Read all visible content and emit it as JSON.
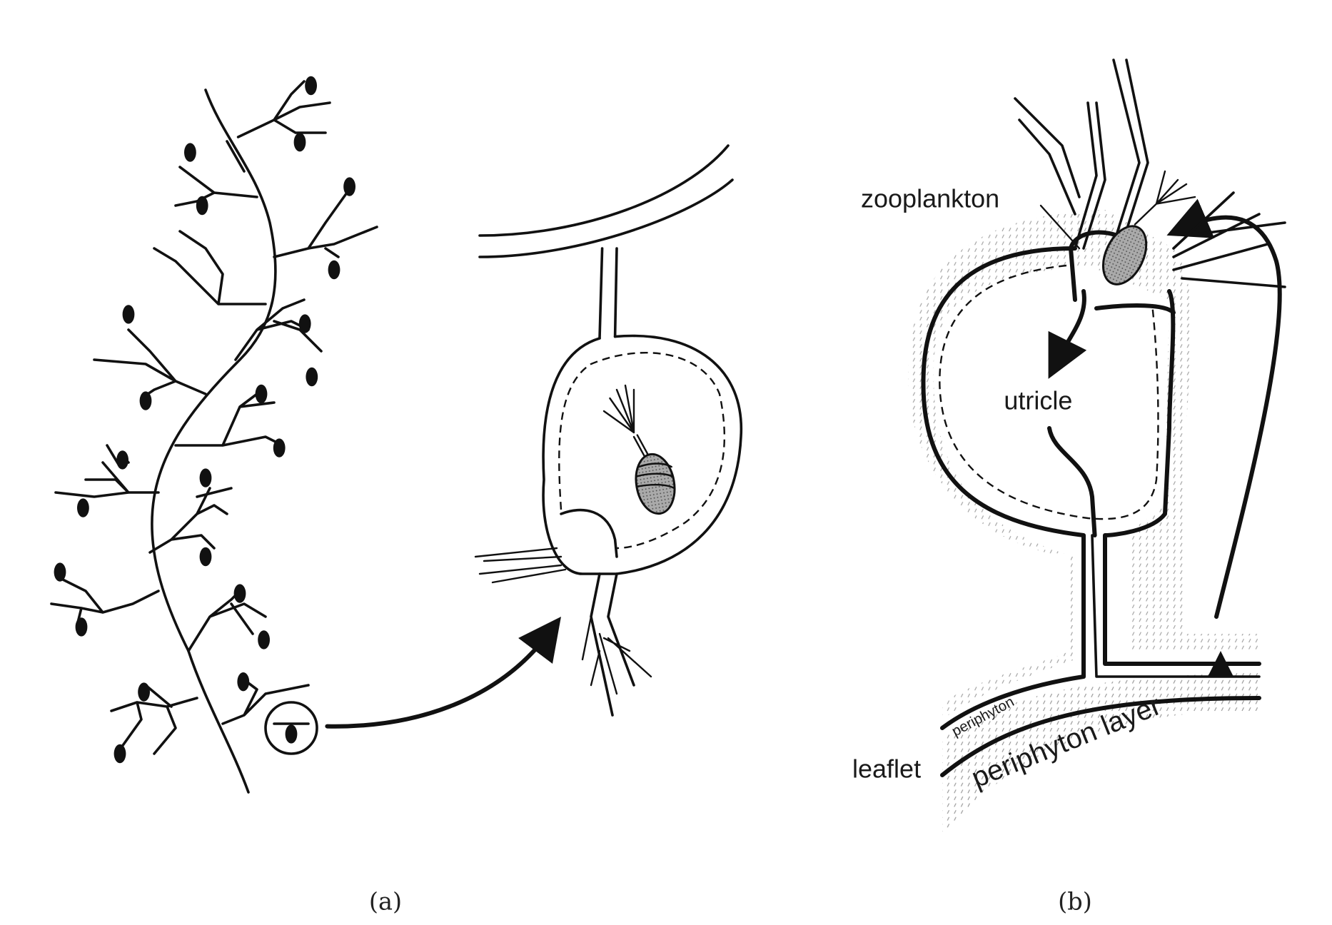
{
  "panel_a": {
    "caption": "(a)"
  },
  "panel_b": {
    "caption": "(b)",
    "labels": {
      "zooplankton": "zooplankton",
      "utricle": "utricle",
      "periphyton": "periphyton",
      "periphyton_layer": "periphyton layer",
      "leaflet": "leaflet"
    }
  },
  "colors": {
    "ink": "#111111",
    "stipple": "#bdbdbd",
    "prey": "#9a9a9a"
  }
}
